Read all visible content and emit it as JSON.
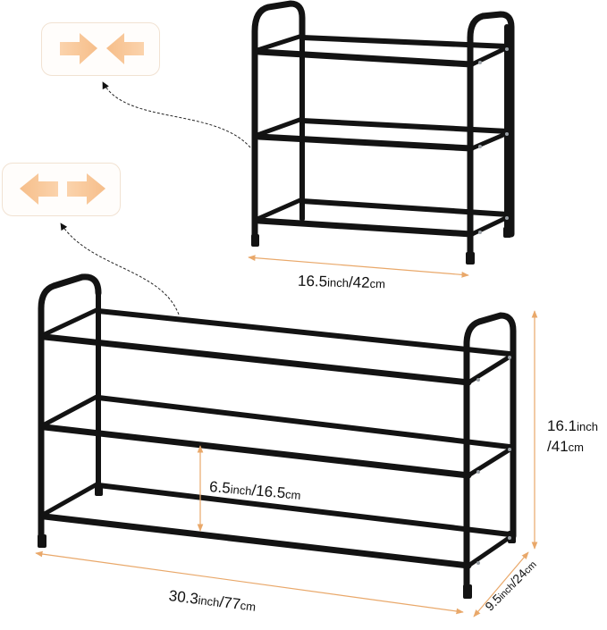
{
  "scene": {
    "description": "Expandable 3-tier black metal shoe rack shown in compact and extended configurations",
    "accent_color": "#e9a86a",
    "frame_color": "#121212",
    "icon_color": "#f9c89a"
  },
  "icons": [
    {
      "name": "compress-arrows-icon",
      "meaning": "retract"
    },
    {
      "name": "expand-arrows-icon",
      "meaning": "extend"
    }
  ],
  "dimensions": {
    "compact_width": {
      "value": "16.5",
      "unit1": "inch",
      "sep": "/",
      "value2": "42",
      "unit2": "cm"
    },
    "extended_width": {
      "value": "30.3",
      "unit1": "inch",
      "sep": "/",
      "value2": "77",
      "unit2": "cm"
    },
    "height": {
      "value": "16.1",
      "unit1": "inch",
      "sep": "/",
      "value2": "41",
      "unit2": "cm"
    },
    "depth": {
      "value": "9.5",
      "unit1": "inch",
      "sep": "/",
      "value2": "24",
      "unit2": "cm"
    },
    "tier_spacing": {
      "value": "6.5",
      "unit1": "inch",
      "sep": "/",
      "value2": "16.5",
      "unit2": "cm"
    }
  }
}
